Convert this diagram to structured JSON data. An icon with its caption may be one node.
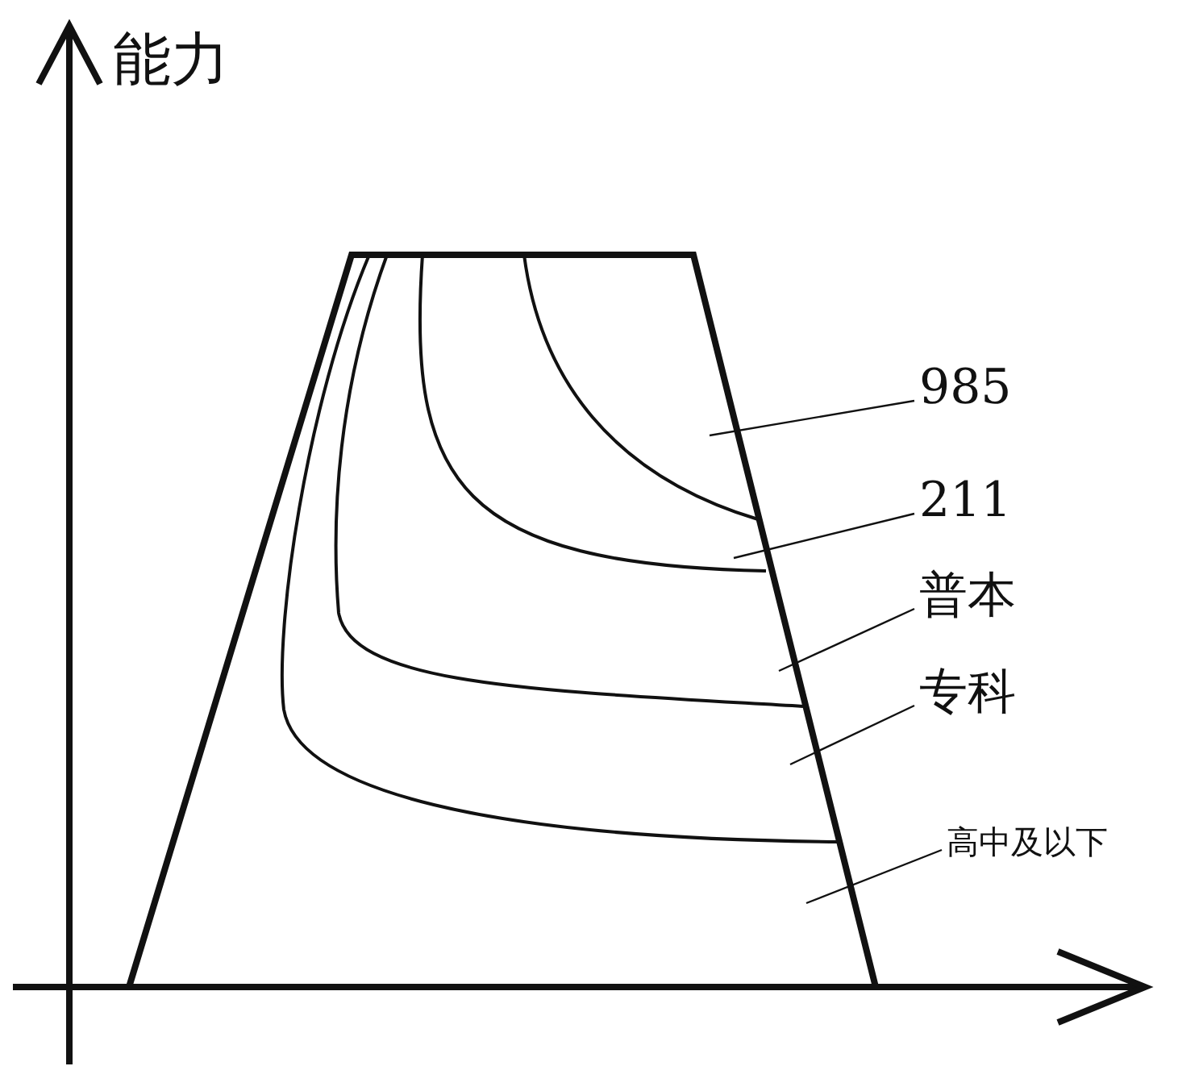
{
  "diagram": {
    "nodes": [
      {
        "text": [
          "985"
        ]
      },
      {
        "text": [
          "211"
        ]
      },
      {
        "text": [
          "普本"
        ]
      },
      {
        "text": [
          "专科"
        ]
      },
      {
        "text": [
          "高中及以下"
        ]
      }
    ],
    "edges": [
      {
        "from": 0,
        "to": null,
        "arrow": "none"
      },
      {
        "from": 1,
        "to": null,
        "arrow": "none"
      },
      {
        "from": 2,
        "to": null,
        "arrow": "none"
      },
      {
        "from": 3,
        "to": null,
        "arrow": "none"
      },
      {
        "from": 4,
        "to": null,
        "arrow": "none"
      }
    ],
    "labels": [
      "能力"
    ]
  }
}
